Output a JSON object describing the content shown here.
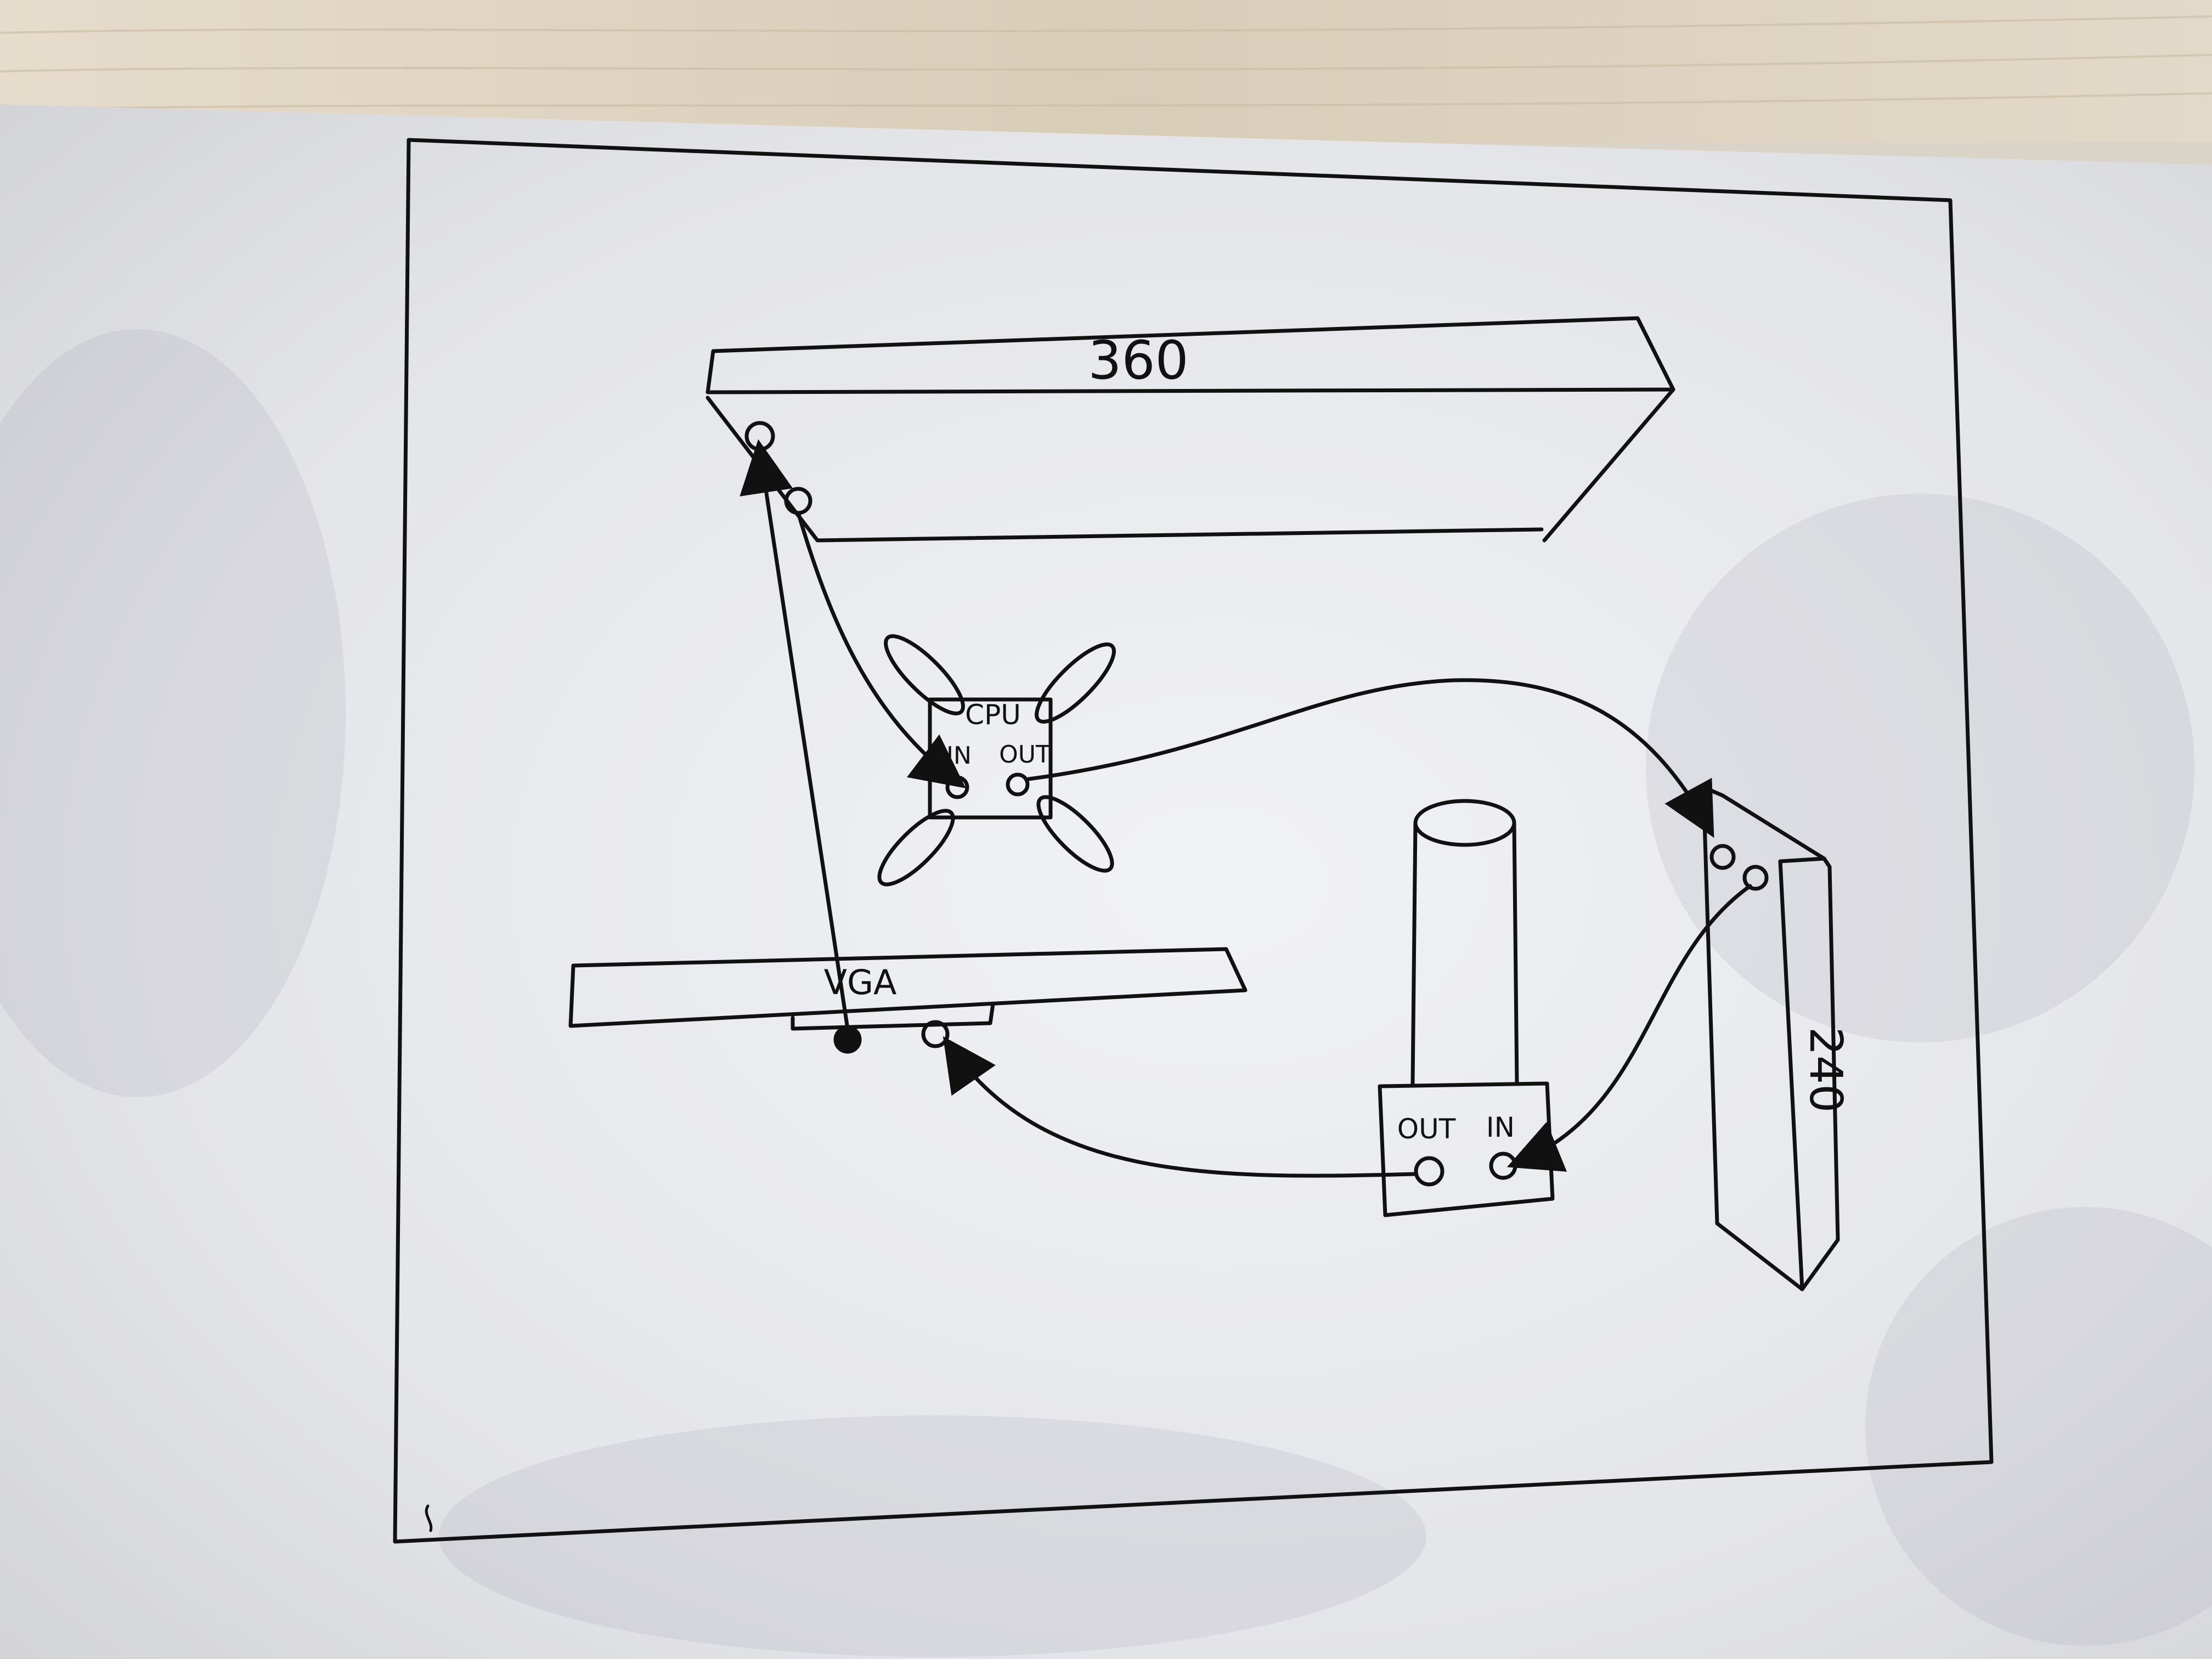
{
  "diagram": {
    "radiator_top": {
      "label": "360"
    },
    "radiator_side": {
      "label": "240"
    },
    "cpu_block": {
      "label": "CPU",
      "in_label": "IN",
      "out_label": "OUT"
    },
    "gpu": {
      "label": "VGA"
    },
    "pump_reservoir": {
      "out_label": "OUT",
      "in_label": "IN"
    }
  },
  "colors": {
    "ink": "#111111",
    "paper": "#ecedf0",
    "desk": "#ddd2bd"
  }
}
